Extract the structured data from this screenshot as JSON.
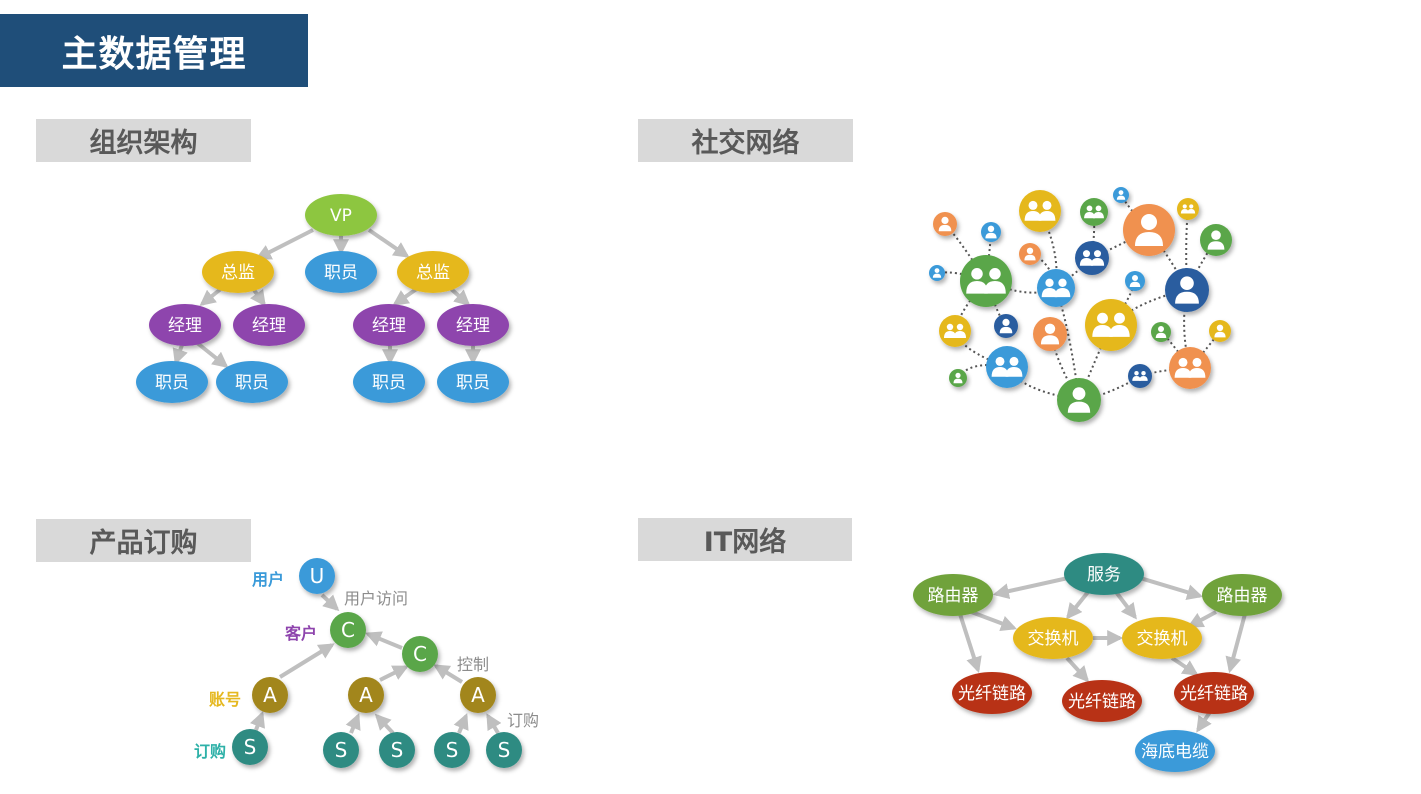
{
  "title": "主数据管理",
  "sections": {
    "org": "组织架构",
    "social": "社交网络",
    "product": "产品订购",
    "it": "IT网络"
  },
  "colors": {
    "title_bg": "#1f4e79",
    "label_bg": "#d9d9d9",
    "green": "#8dc63f",
    "yellow": "#e5b81f",
    "purple": "#8e44ad",
    "blue": "#3a9ad9",
    "olive": "#a2861c",
    "teal": "#2e8b82",
    "red": "#b83216",
    "orange": "#f0914f",
    "navy": "#2a5d9f",
    "social_green": "#5aa64a"
  },
  "org_chart": {
    "vp": "VP",
    "director_1": "总监",
    "staff_top": "职员",
    "director_2": "总监",
    "manager_1": "经理",
    "manager_2": "经理",
    "manager_3": "经理",
    "manager_4": "经理",
    "staff_1": "职员",
    "staff_2": "职员",
    "staff_3": "职员",
    "staff_4": "职员"
  },
  "product_order": {
    "user_node": "U",
    "customer_1": "C",
    "customer_2": "C",
    "account_1": "A",
    "account_2": "A",
    "account_3": "A",
    "sub_1": "S",
    "sub_2": "S",
    "sub_3": "S",
    "sub_4": "S",
    "sub_5": "S",
    "label_user": "用户",
    "label_customer": "客户",
    "label_account": "账号",
    "label_subscribe": "订购",
    "edge_user_access": "用户访问",
    "edge_control": "控制",
    "edge_subscribe": "订购"
  },
  "it_network": {
    "service": "服务",
    "router_1": "路由器",
    "router_2": "路由器",
    "switch_1": "交换机",
    "switch_2": "交换机",
    "fiber_1": "光纤链路",
    "fiber_2": "光纤链路",
    "fiber_3": "光纤链路",
    "cable": "海底电缆"
  }
}
